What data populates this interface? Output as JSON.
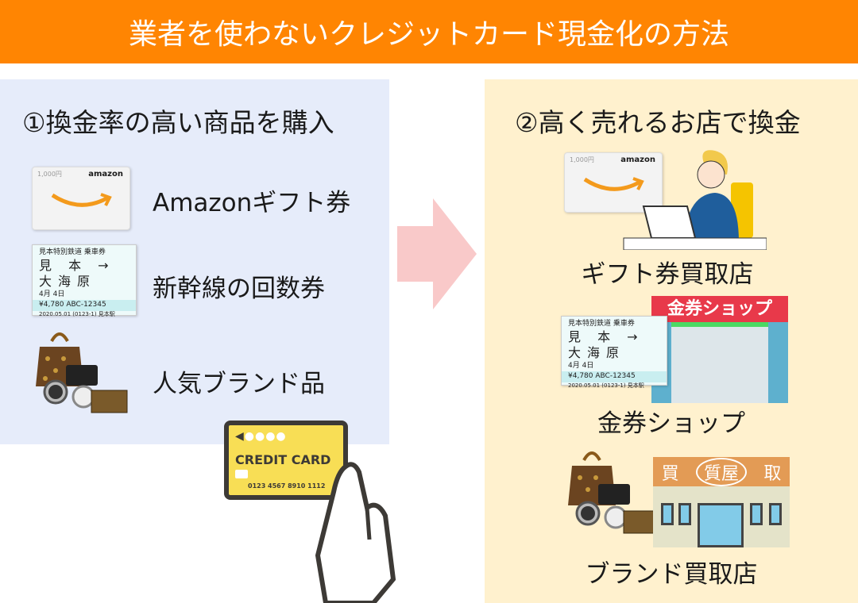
{
  "title": "業者を使わないクレジットカード現金化の方法",
  "left": {
    "heading": "①換金率の高い商品を購入",
    "items": [
      {
        "label": "Amazonギフト券",
        "icon": "amazon-gift-card"
      },
      {
        "label": "新幹線の回数券",
        "icon": "shinkansen-ticket"
      },
      {
        "label": "人気ブランド品",
        "icon": "brand-goods"
      }
    ],
    "credit_card": {
      "text": "CREDIT CARD",
      "number": "0123 4567 8910 1112"
    }
  },
  "right": {
    "heading": "②高く売れるお店で換金",
    "items": [
      {
        "label": "ギフト券買取店",
        "icon": "operator-with-laptop"
      },
      {
        "label": "金券ショップ",
        "icon": "ticket-shop",
        "sign": "金券ショップ"
      },
      {
        "label": "ブランド買取店",
        "icon": "pawn-shop",
        "sign": [
          "買",
          "質屋",
          "取"
        ]
      }
    ]
  },
  "gift_card": {
    "amount": "1,000円",
    "brand": "amazon"
  },
  "ticket": {
    "type": "見本特別鉄道 乗車券",
    "from": "見 本",
    "to": "大海原",
    "date": "4月 4日",
    "price": "¥4,780",
    "code": "ABC-12345",
    "issued": "2020.05.01 (0123-1) 見本駅"
  },
  "colors": {
    "header": "#FF8502",
    "left_panel": "#E6ECFA",
    "right_panel": "#FFF1CE",
    "arrow": "#F9C9C9"
  }
}
